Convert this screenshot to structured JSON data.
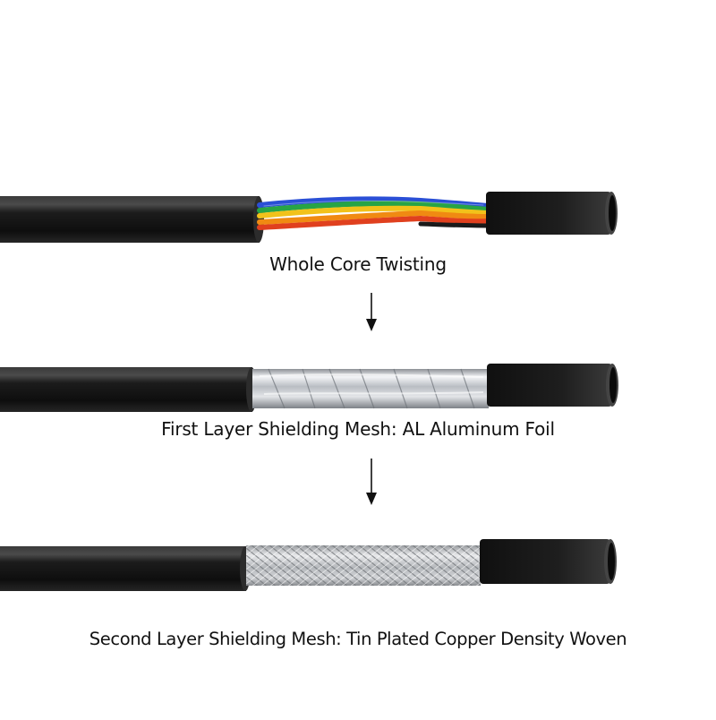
{
  "captions": {
    "step1": "Whole Core Twisting",
    "step2": "First Layer Shielding Mesh: AL Aluminum Foil",
    "step3": "Second Layer Shielding Mesh: Tin Plated Copper Density Woven"
  },
  "icons": {
    "arrow1": "arrow-down-icon",
    "arrow2": "arrow-down-icon"
  },
  "colors": {
    "background": "#ffffff",
    "jacket": "#151515",
    "foil": "#c9ccd1",
    "braid": "#b7b9bc",
    "core_wires": [
      "#2a4fd6",
      "#27a446",
      "#f2c21a",
      "#f08a12",
      "#e0401e",
      "#1a1a1a"
    ]
  }
}
